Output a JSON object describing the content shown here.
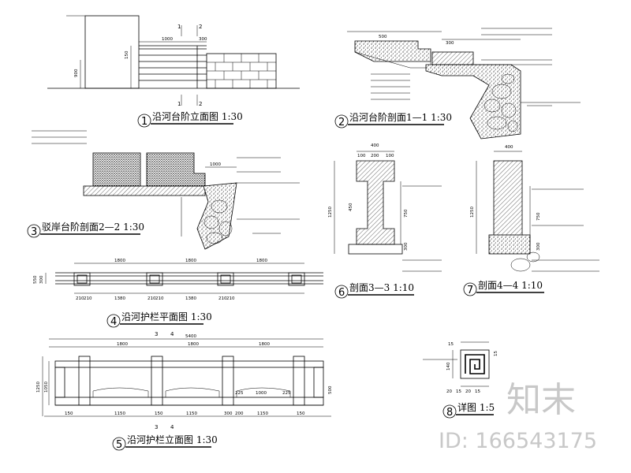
{
  "drawings": [
    {
      "num": "1",
      "title": "沿河台阶立面图 1:30"
    },
    {
      "num": "2",
      "title": "沿河台阶剖面1—1 1:30"
    },
    {
      "num": "3",
      "title": "驳岸台阶剖面2—2 1:30"
    },
    {
      "num": "4",
      "title": "沿河护栏平面图 1:30"
    },
    {
      "num": "5",
      "title": "沿河护栏立面图 1:30"
    },
    {
      "num": "6",
      "title": "剖面3—3 1:10"
    },
    {
      "num": "7",
      "title": "剖面4—4 1:10"
    },
    {
      "num": "8",
      "title": "详图 1:5"
    }
  ],
  "dimensions": {
    "d1_top": [
      "1000",
      "300"
    ],
    "d1_side": [
      "900",
      "150"
    ],
    "d2_top": [
      "500",
      "300"
    ],
    "d3_side": [
      "1000"
    ],
    "d4_top": [
      "1800",
      "1800",
      "1800"
    ],
    "d4_bottom": [
      "210",
      "210",
      "1380",
      "210",
      "210",
      "1380",
      "210",
      "210"
    ],
    "d4_side": [
      "550",
      "300"
    ],
    "d5_top": [
      "5400",
      "1800",
      "1800",
      "1800"
    ],
    "d5_side": [
      "1250",
      "1050",
      "500"
    ],
    "d5_mid": [
      "225",
      "1000",
      "225"
    ],
    "d5_bottom": [
      "150",
      "1150",
      "150",
      "1150",
      "300",
      "200",
      "1150",
      "150"
    ],
    "d6_top": [
      "400",
      "200",
      "100",
      "100"
    ],
    "d6_side": [
      "1250",
      "450",
      "750",
      "300"
    ],
    "d7_top": [
      "400"
    ],
    "d7_side": [
      "1250",
      "750",
      "300"
    ],
    "d8_top": [
      "15"
    ],
    "d8_side": [
      "140",
      "15"
    ],
    "d8_bottom": [
      "20",
      "20",
      "15",
      "15"
    ]
  },
  "section_marks": [
    "1",
    "2",
    "3",
    "4"
  ],
  "watermark": {
    "logo": "知末",
    "id": "ID: 166543175"
  }
}
